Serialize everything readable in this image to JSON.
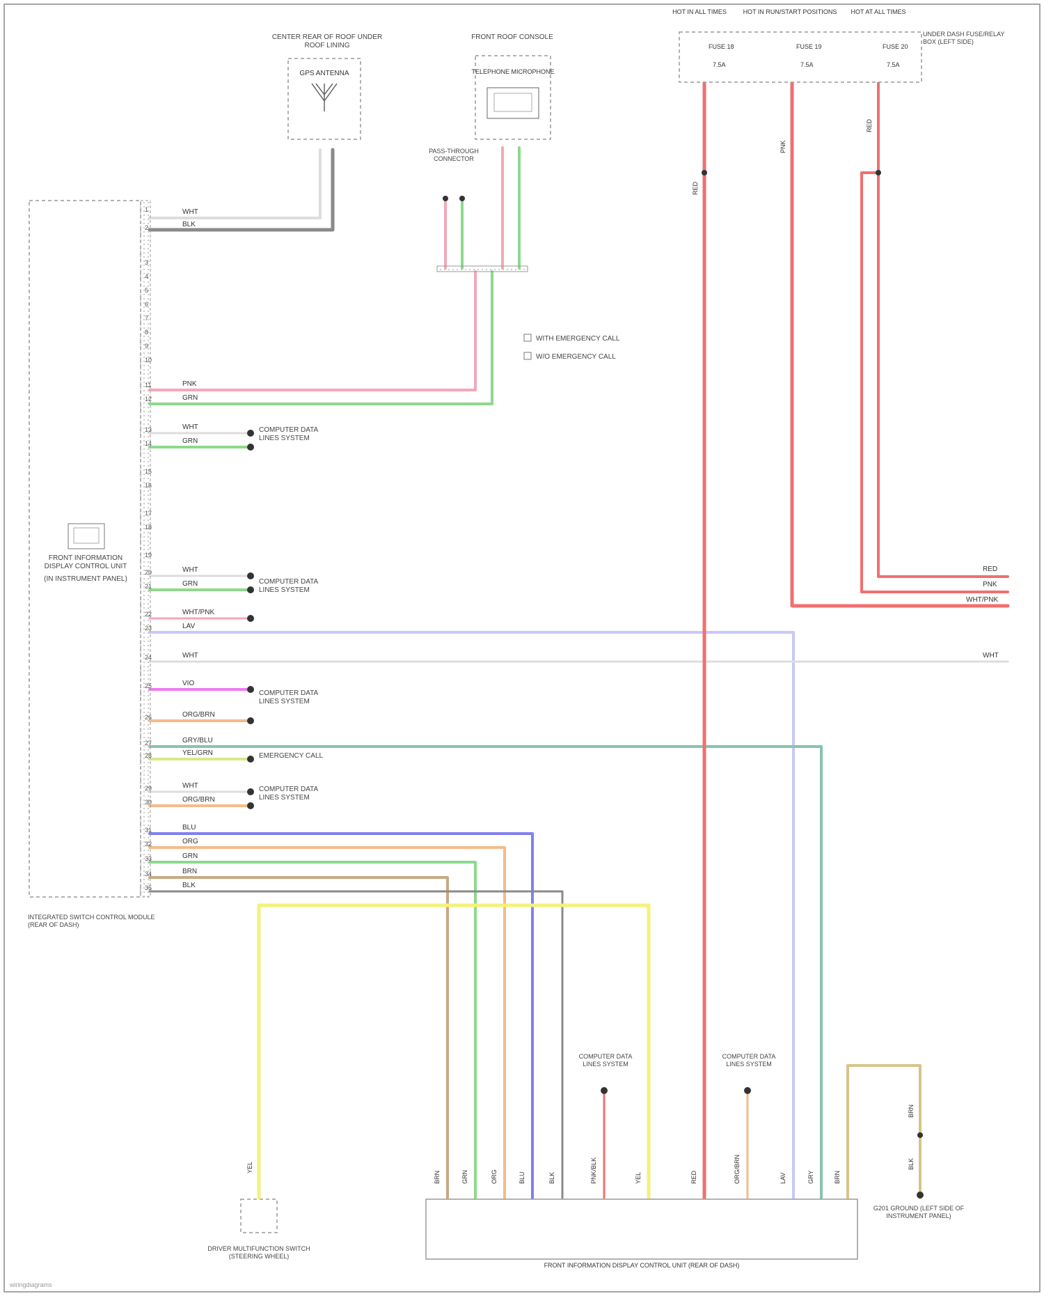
{
  "watermark": "wiringdiagrams",
  "components": {
    "main_module": {
      "icon": "module-icon",
      "name": "FRONT INFORMATION DISPLAY CONTROL UNIT",
      "location": "(IN INSTRUMENT PANEL)",
      "connector_label": "INTEGRATED SWITCH CONTROL MODULE (REAR OF DASH)"
    },
    "gps_antenna": {
      "title": "CENTER REAR OF ROOF UNDER ROOF LINING",
      "name": "GPS ANTENNA",
      "icon": "antenna-icon"
    },
    "microphone": {
      "title": "FRONT ROOF CONSOLE",
      "name": "TELEPHONE MICROPHONE",
      "icon": "microphone-icon"
    },
    "emergency_call": "EMERGENCY CALL",
    "pass_through_connector": "PASS-THROUGH CONNECTOR",
    "legend": [
      "WITH EMERGENCY CALL",
      "W/O EMERGENCY CALL"
    ],
    "fuse_box": {
      "label": "UNDER DASH FUSE/RELAY BOX (LEFT SIDE)",
      "columns": [
        "HOT IN ALL TIMES",
        "HOT IN RUN/START POSITIONS",
        "HOT AT ALL TIMES"
      ],
      "fuses": [
        {
          "name": "FUSE 18",
          "amps": "7.5A"
        },
        {
          "name": "FUSE 19",
          "amps": "7.5A"
        },
        {
          "name": "FUSE 20",
          "amps": "7.5A"
        }
      ]
    },
    "front_info_module": {
      "name": "FRONT INFORMATION DISPLAY CONTROL UNIT (REAR OF DASH)"
    },
    "driver_switch": {
      "name": "DRIVER MULTIFUNCTION SWITCH (STEERING WHEEL)"
    },
    "ground": {
      "name": "G201 GROUND (LEFT SIDE OF INSTRUMENT PANEL)"
    },
    "computer_data_lines": "COMPUTER DATA LINES SYSTEM"
  },
  "wires": {
    "gps": [
      "WHT",
      "BLK"
    ],
    "mic_left": [
      "PNK",
      "GRN"
    ],
    "mic_right": [
      "PNK",
      "GRN"
    ],
    "pass_through": [
      "PNK",
      "GRN"
    ],
    "module_pink": "PNK",
    "module_green": "GRN",
    "data1": [
      "WHT",
      "GRN"
    ],
    "data2": [
      "WHT",
      "GRN"
    ],
    "white_pink": "WHT/PNK",
    "lavender": "LAV",
    "white_long": "WHT",
    "violet": "VIO",
    "orange_brown": "ORG/BRN",
    "teal": "GRY/BLU",
    "yellow_grn": "YEL/GRN",
    "data3": [
      "WHT",
      "ORG/BRN"
    ],
    "bottom_bus": [
      "BLU",
      "ORG",
      "GRN",
      "BRN",
      "BLK"
    ],
    "fuse_leads": [
      "RED",
      "PNK",
      "RED"
    ],
    "right_ends": [
      "RED",
      "PNK",
      "WHT/PNK",
      "WHT"
    ],
    "bottom_pins": [
      "BRN",
      "GRN",
      "ORG",
      "BLU",
      "BLK",
      "PNK/BLK",
      "YEL",
      "RED",
      "ORG/BRN",
      "LAV",
      "GRY",
      "BRN"
    ],
    "ground_wires": [
      "BRN",
      "BLK"
    ],
    "switch_wire": "YEL"
  },
  "colors": {
    "red": "#f07070",
    "pink": "#f4a8b8",
    "green": "#8cd98c",
    "blue": "#8080f0",
    "lavender": "#c8c8f8",
    "orange": "#f5bb8a",
    "brown": "#caa882",
    "gray": "#8a8a8a",
    "black": "#555555",
    "yellow": "#f2f27a",
    "teal": "#86c5ad",
    "magenta": "#f07af0",
    "tan": "#d8c48a",
    "white": "#dddddd"
  }
}
